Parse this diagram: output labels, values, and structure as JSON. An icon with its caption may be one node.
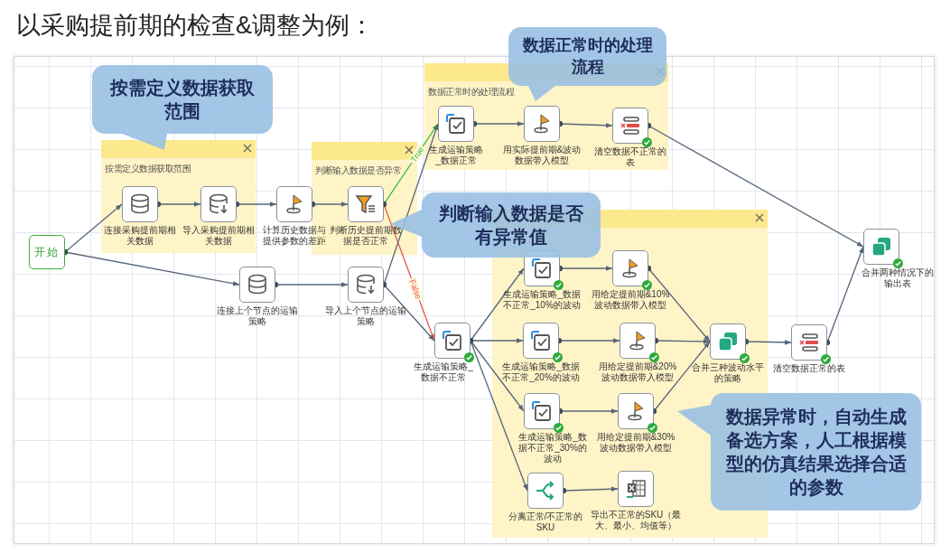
{
  "diagram": {
    "title": "以采购提前期的检查&调整为例：",
    "nodes": [
      {
        "text": [
          "开始"
        ]
      },
      {
        "text": [
          "按需定义数据获取范围"
        ]
      },
      {
        "text": [
          "连接采购提前期相关数据"
        ],
        "in": 1
      },
      {
        "text": [
          "导入采购提前期相关数据"
        ],
        "in": 1
      },
      {
        "text": [
          "计算历史数据与提供参数的差距"
        ]
      },
      {
        "text": [
          "判断输入数据是否异常"
        ]
      },
      {
        "text": [
          "判断历史提前期数据是否正常"
        ],
        "in": 5
      },
      {
        "text": [
          "连接上个节点的运输策略"
        ]
      },
      {
        "text": [
          "导入上个节点的运输策略"
        ]
      },
      {
        "text": [
          "数据正常时的处理流程"
        ]
      },
      {
        "text": [
          "生成运输策略_数据正常"
        ],
        "in": 9
      },
      {
        "text": [
          "用实际提前期&波动数据带入模型"
        ],
        "in": 9
      },
      {
        "text": [
          "清空数据不正常的表"
        ],
        "in": 9
      },
      {
        "text": [],
        "shape": "box"
      },
      {
        "text": [
          "生成运输策略_数据不正常"
        ]
      },
      {
        "text": [
          "生成运输策略_数据不正常_10%的波动"
        ],
        "in": 13
      },
      {
        "text": [
          "用给定提前期&10%波动数据带入模型"
        ],
        "in": 13
      },
      {
        "text": [
          "生成运输策略_数据不正常_20%的波动"
        ],
        "in": 13
      },
      {
        "text": [
          "用给定提前期&20%波动数据带入模型"
        ],
        "in": 13
      },
      {
        "text": [
          "合并三种波动水平的策略"
        ],
        "in": 13
      },
      {
        "text": [
          "生成运输策略_数据不正常_30%的波动"
        ],
        "in": 13
      },
      {
        "text": [
          "用给定提前期&30%波动数据带入模型"
        ],
        "in": 13
      },
      {
        "text": [
          "分离正常/不正常的SKU"
        ],
        "in": 13
      },
      {
        "text": [
          "导出不正常的SKU（最大、最小、均值等）"
        ],
        "in": 13
      },
      {
        "text": [
          "清空数据正常的表"
        ]
      },
      {
        "text": [
          "合并两种情况下的输出表"
        ]
      },
      {
        "text": [
          "按需定义数据获取范围"
        ]
      },
      {
        "text": [
          "数据正常时的处理流程"
        ]
      },
      {
        "text": [
          "判断输入数据是否有异常值"
        ]
      },
      {
        "text": [
          "数据异常时，自动生成备选方案，人工根据模型的仿真结果选择合适的参数"
        ]
      }
    ],
    "edges": [
      {
        "from": 0,
        "to": 2,
        "arrow": "to"
      },
      {
        "from": 0,
        "to": 7,
        "arrow": "to"
      },
      {
        "from": 2,
        "to": 3,
        "arrow": "to"
      },
      {
        "from": 3,
        "to": 4,
        "arrow": "to"
      },
      {
        "from": 4,
        "to": 6,
        "arrow": "to"
      },
      {
        "from": 6,
        "to": 10,
        "arrow": "to",
        "label": "True",
        "color": "#2eb82e"
      },
      {
        "from": 6,
        "to": 14,
        "arrow": "to",
        "label": "False",
        "color": "#e8574f"
      },
      {
        "from": 7,
        "to": 8,
        "arrow": "to"
      },
      {
        "from": 8,
        "to": 10,
        "arrow": "to"
      },
      {
        "from": 8,
        "to": 14,
        "arrow": "to"
      },
      {
        "from": 10,
        "to": 11,
        "arrow": "to"
      },
      {
        "from": 11,
        "to": 12,
        "arrow": "to"
      },
      {
        "from": 12,
        "to": 25,
        "arrow": "to"
      },
      {
        "from": 14,
        "to": 15,
        "arrow": "to"
      },
      {
        "from": 14,
        "to": 17,
        "arrow": "to"
      },
      {
        "from": 14,
        "to": 20,
        "arrow": "to"
      },
      {
        "from": 14,
        "to": 22,
        "arrow": "to"
      },
      {
        "from": 15,
        "to": 16,
        "arrow": "to"
      },
      {
        "from": 17,
        "to": 18,
        "arrow": "to"
      },
      {
        "from": 20,
        "to": 21,
        "arrow": "to"
      },
      {
        "from": 22,
        "to": 23,
        "arrow": "to"
      },
      {
        "from": 16,
        "to": 19,
        "arrow": "to"
      },
      {
        "from": 18,
        "to": 19,
        "arrow": "to"
      },
      {
        "from": 21,
        "to": 19,
        "arrow": "to"
      },
      {
        "from": 19,
        "to": 24,
        "arrow": "to"
      },
      {
        "from": 24,
        "to": 25,
        "arrow": "to"
      }
    ]
  }
}
